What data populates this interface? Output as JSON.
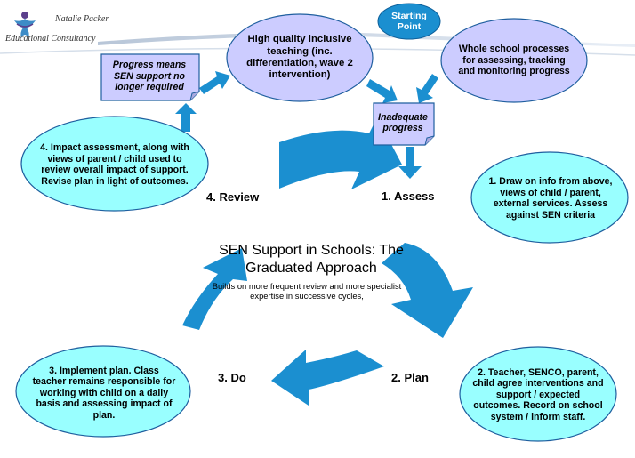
{
  "logo": {
    "line1": "Natalie Packer",
    "line2": "Educational Consultancy"
  },
  "start_label": "Starting Point",
  "top": {
    "quality_teaching": "High quality inclusive teaching (inc. differentiation, wave 2 intervention)",
    "whole_school": "Whole school processes for assessing, tracking and monitoring progress",
    "progress_note": "Progress means SEN support no longer required",
    "inadequate_note": "Inadequate progress"
  },
  "center": {
    "title": "SEN Support in Schools: The Graduated Approach",
    "subtitle": "Builds on more frequent review and more specialist expertise in successive cycles,"
  },
  "stages": {
    "assess": "1. Assess",
    "plan": "2. Plan",
    "do": "3. Do",
    "review": "4. Review"
  },
  "descriptions": {
    "assess": "1. Draw on info from above, views of child / parent, external services. Assess against SEN criteria",
    "plan": "2. Teacher, SENCO, parent, child agree interventions and support / expected outcomes. Record on school system / inform staff.",
    "do": "3. Implement plan. Class teacher remains responsible for working with child on a daily basis and assessing impact of plan.",
    "review": "4. Impact assessment, along with views of parent / child used to review overall impact of support. Revise plan in light of outcomes."
  },
  "colors": {
    "oval_fill": "#99ffff",
    "oval_stroke": "#1f5f9f",
    "lavender_fill": "#ccccff",
    "note_fill": "#ccccff",
    "arrow_fill": "#1b8fd0",
    "start_fill": "#1b8fd0"
  },
  "icons": [
    "logo-icon",
    "arrow-up-icon",
    "arrow-right-icon",
    "arrow-down-icon"
  ]
}
